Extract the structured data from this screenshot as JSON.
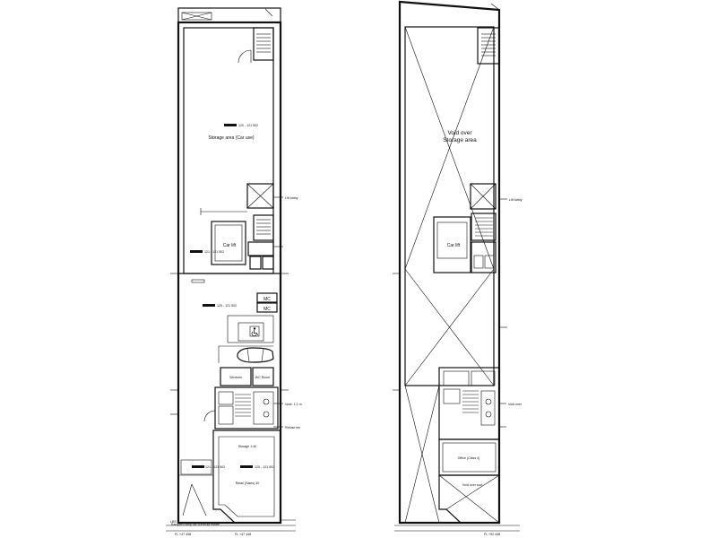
{
  "plans": {
    "left": {
      "level_tag_upper": "120 - 121 502",
      "main_area": "Storage area (Car use)",
      "lift_label": "Lift lobby",
      "car_lift": "Car lift",
      "level_tag_mid": "121 - 121 502",
      "level_tag_center": "125 - 121 502",
      "mc_1": "MC",
      "mc_2": "MC",
      "wc_label": "WC Room",
      "services_label": "Services",
      "note_1": "Note: 1.1 m",
      "note_2": "Refuse bin",
      "level_tag_lower_left": "121 - 121 502",
      "level_tag_lower_right": "125 - 121 502",
      "lobby_label": "Retail (Sales) 40",
      "store_label": "Storage 1:40",
      "ramp_label": "Ramped ramp car curricula estate",
      "pavement_label": "LBS",
      "bottom_tag_1": "FL +47 498",
      "bottom_tag_2": "FL +47 448"
    },
    "right": {
      "void_label_1": "Void over",
      "void_label_2": "Storage area",
      "lift_label": "Lift lobby",
      "car_lift": "Car lift",
      "office_label": "Office (Class 4)",
      "void_roof": "Void over roof",
      "note_1": "Void over",
      "bottom_tag": "FL +52 448"
    }
  }
}
